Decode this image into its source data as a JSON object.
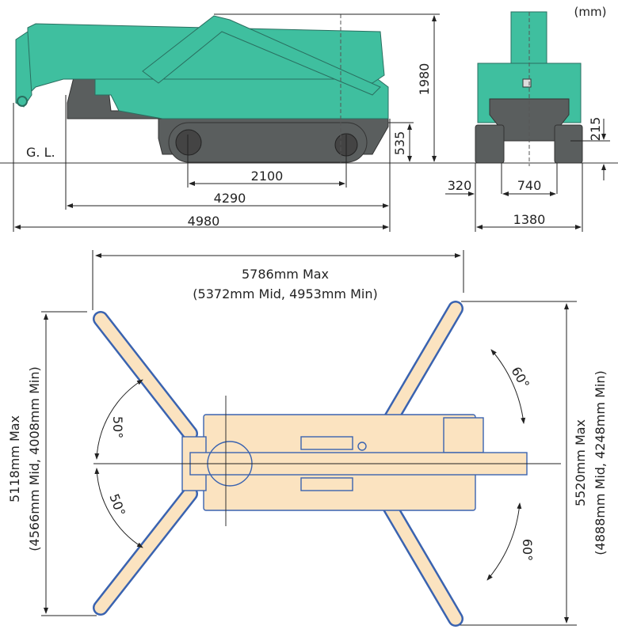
{
  "unit_label": "(mm)",
  "side_view": {
    "ground_label": "G. L.",
    "height_total": "1980",
    "height_body": "535",
    "track_length": "2100",
    "body_length": "4290",
    "overall_length": "4980"
  },
  "front_view": {
    "track_width": "320",
    "track_gap": "740",
    "overall_width": "1380",
    "ground_clearance": "215"
  },
  "plan_view": {
    "width_max": "5786mm Max",
    "width_mid_min": "(5372mm Mid, 4953mm Min)",
    "left_span_max": "5118mm Max",
    "left_span_mid_min": "(4566mm Mid, 4008mm Min)",
    "right_span_max": "5520mm Max",
    "right_span_mid_min": "(4888mm Mid, 4248mm Min)",
    "angle_front_upper": "50°",
    "angle_front_lower": "50°",
    "angle_rear_upper": "60°",
    "angle_rear_lower": "60°"
  },
  "colors": {
    "crane_green": "#3fbf9f",
    "outrigger_blue": "#3a63b0",
    "plan_fill": "#fbe3c0"
  }
}
